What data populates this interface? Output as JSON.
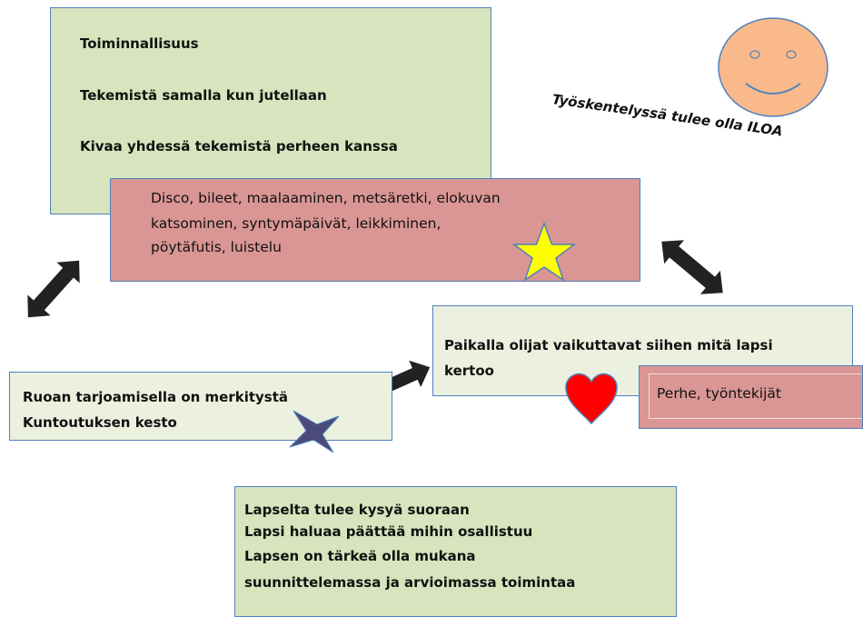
{
  "box_activity": {
    "line1": "Toiminnallisuus",
    "line2": "Tekemistä samalla kun jutellaan",
    "line3": "Kivaa yhdessä tekemistä perheen kanssa"
  },
  "box_fun": {
    "line1": "Disco, bileet, maalaaminen, metsäretki,  elokuvan",
    "line2": "katsominen, syntymäpäivät, leikkiminen,",
    "line3": "pöytäfutis, luistelu"
  },
  "tilted_note": "Työskentelyssä tulee olla ILOA",
  "box_presence": {
    "line1": "Paikalla olijat vaikuttavat siihen mitä lapsi",
    "line2": "kertoo"
  },
  "box_family": {
    "text": "Perhe, työntekijät"
  },
  "box_food": {
    "line1": "Ruoan tarjoamisella on merkitystä",
    "line2": "Kuntoutuksen kesto"
  },
  "box_child": {
    "line1": "Lapselta tulee kysyä suoraan",
    "line2": "Lapsi haluaa päättää mihin osallistuu",
    "line3": "Lapsen on tärkeä olla mukana",
    "line4": "suunnittelemassa ja arvioimassa toimintaa"
  },
  "colors": {
    "green_box": "#d7e4bd",
    "light_box": "#ebf1de",
    "red_box": "#d99694",
    "border": "#4f81bd",
    "smiley": "#f9b98a",
    "star": "#ffff00",
    "heart": "#ff0000",
    "star4": "#4b4a7a",
    "arrow": "#222222"
  }
}
